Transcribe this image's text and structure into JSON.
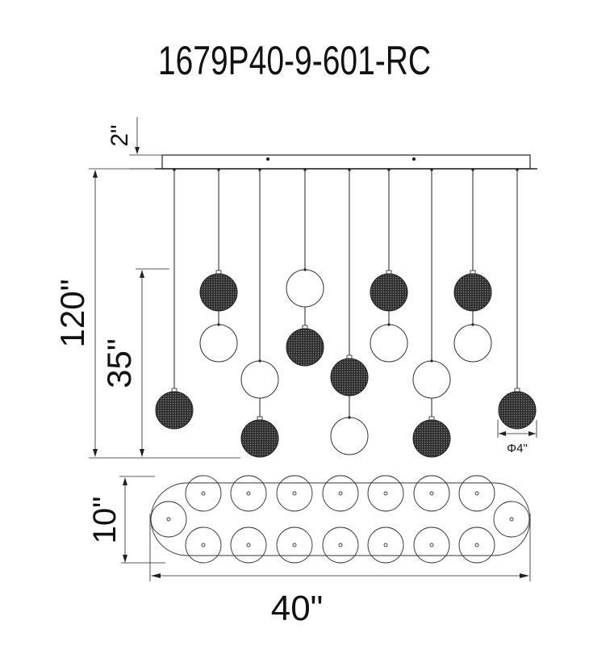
{
  "title": "1679P40-9-601-RC",
  "dimensions": {
    "canopy_drop": "2\"",
    "overall_height": "120\"",
    "globe_span": "35\"",
    "globe_diameter": "Φ4\"",
    "depth": "10\"",
    "length": "40\""
  },
  "pendants": [
    {
      "globes": [
        "dark"
      ]
    },
    {
      "globes": [
        "dark",
        "clear"
      ]
    },
    {
      "globes": [
        "clear",
        "dark"
      ]
    },
    {
      "globes": [
        "clear",
        "dark"
      ]
    },
    {
      "globes": [
        "dark",
        "clear"
      ]
    },
    {
      "globes": [
        "dark",
        "clear"
      ]
    },
    {
      "globes": [
        "clear",
        "dark"
      ]
    },
    {
      "globes": [
        "dark",
        "clear"
      ]
    },
    {
      "globes": [
        "dark"
      ]
    }
  ],
  "colors": {
    "line": "#222222",
    "mesh": "#3a3a3a"
  }
}
